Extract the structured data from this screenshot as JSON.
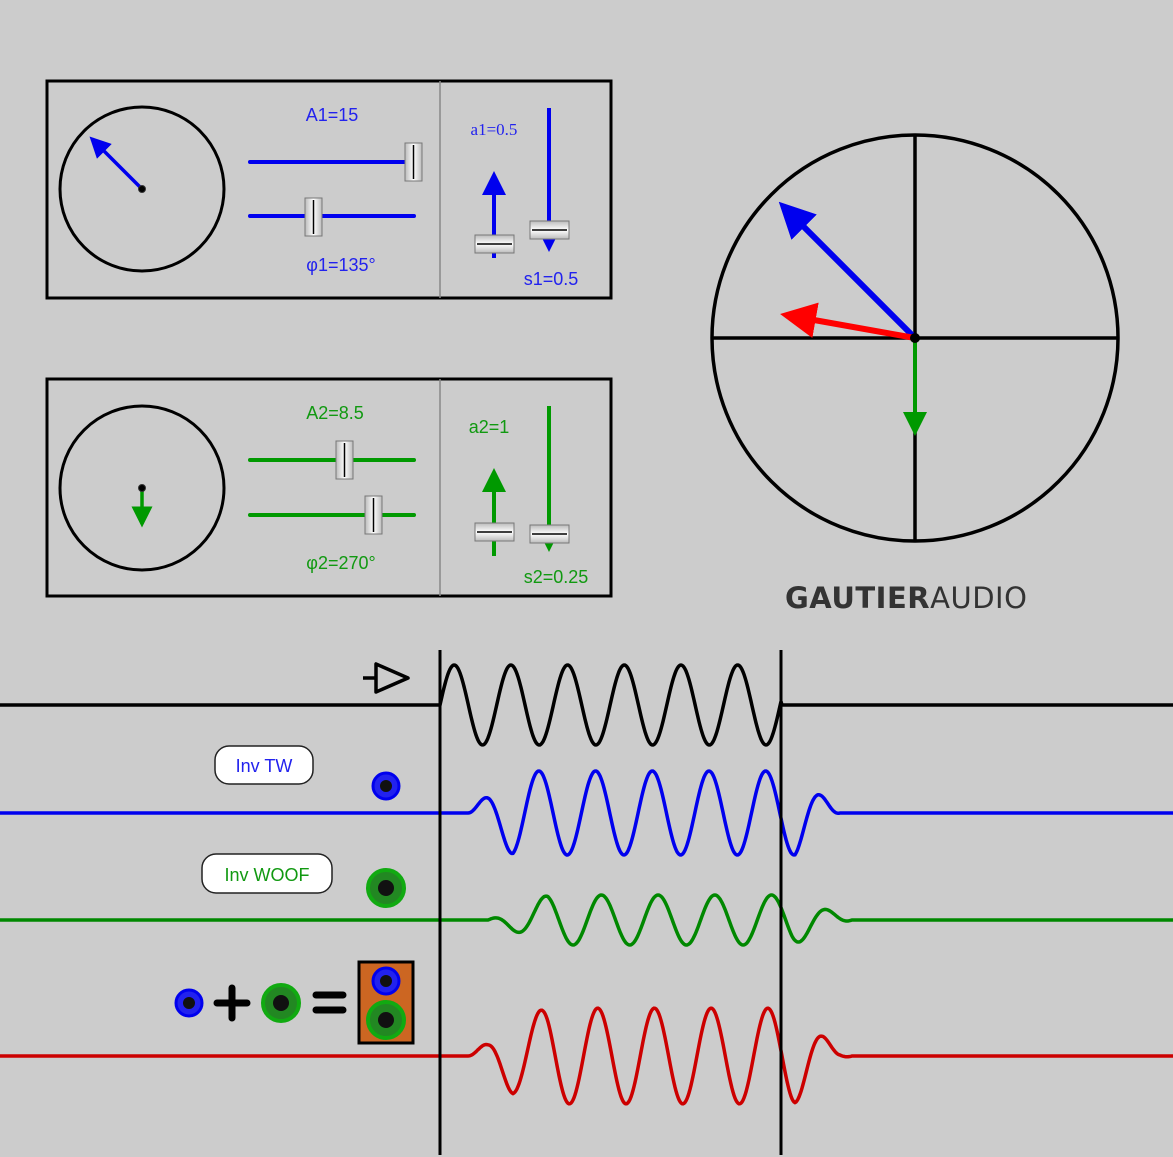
{
  "panel1": {
    "amp_label": "A1=15",
    "phase_label": "φ1=135°",
    "a_label": "a1=0.5",
    "s_label": "s1=0.5",
    "amplitude": 15,
    "phase_deg": 135,
    "a": 0.5,
    "s": 0.5,
    "color": "#0000ee"
  },
  "panel2": {
    "amp_label": "A2=8.5",
    "phase_label": "φ2=270°",
    "a_label": "a2=1",
    "s_label": "s2=0.25",
    "amplitude": 8.5,
    "phase_deg": 270,
    "a": 1,
    "s": 0.25,
    "color": "#009900"
  },
  "logo": {
    "bold": "GAUTIER",
    "light": "AUDIO"
  },
  "buttons": {
    "inv_tw": "Inv TW",
    "inv_woof": "Inv WOOF"
  },
  "colors": {
    "tweeter": "#0000ee",
    "woofer": "#008800",
    "sum": "#cc0000",
    "input": "#000000",
    "background": "#cccccc"
  }
}
